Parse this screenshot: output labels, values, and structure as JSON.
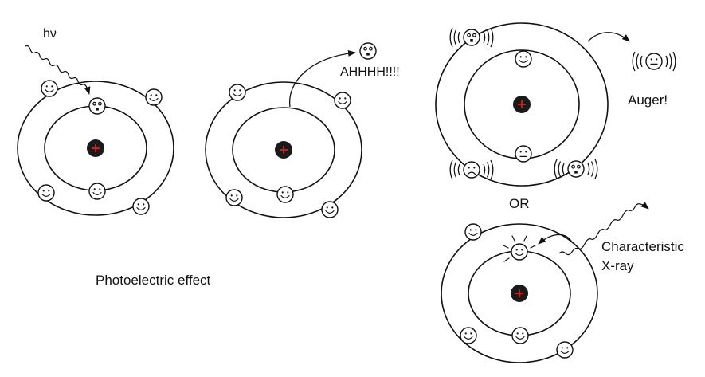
{
  "labels": {
    "photon": "hν",
    "shout": "AHHHH!!!!",
    "auger": "Auger!",
    "or": "OR",
    "characteristic_line1": "Characteristic",
    "characteristic_line2": "X-ray",
    "caption": "Photoelectric effect"
  },
  "nucleus": {
    "symbol": "+",
    "fill": "#1a1a1a",
    "symbol_color": "#e02020"
  },
  "colors": {
    "line": "#111111",
    "background": "#ffffff"
  }
}
